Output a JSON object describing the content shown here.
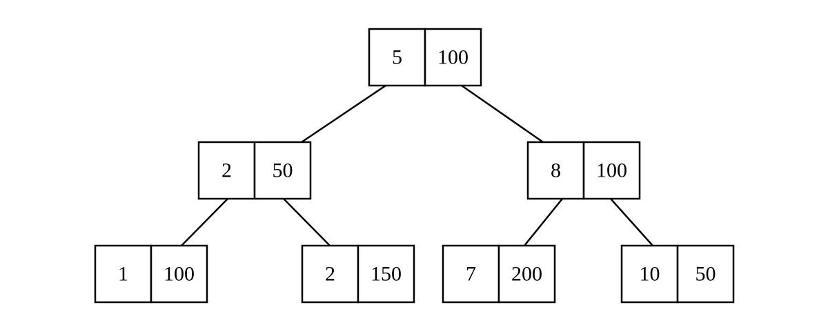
{
  "tree": {
    "nodes": [
      {
        "id": "root",
        "key": "5",
        "value": "100"
      },
      {
        "id": "left",
        "key": "2",
        "value": "50"
      },
      {
        "id": "right",
        "key": "8",
        "value": "100"
      },
      {
        "id": "ll",
        "key": "1",
        "value": "100"
      },
      {
        "id": "lr",
        "key": "2",
        "value": "150"
      },
      {
        "id": "rl",
        "key": "7",
        "value": "200"
      },
      {
        "id": "rr",
        "key": "10",
        "value": "50"
      }
    ],
    "edges": [
      {
        "from": "root",
        "to": "left"
      },
      {
        "from": "root",
        "to": "right"
      },
      {
        "from": "left",
        "to": "ll"
      },
      {
        "from": "left",
        "to": "lr"
      },
      {
        "from": "right",
        "to": "rl"
      },
      {
        "from": "right",
        "to": "rr"
      }
    ]
  }
}
